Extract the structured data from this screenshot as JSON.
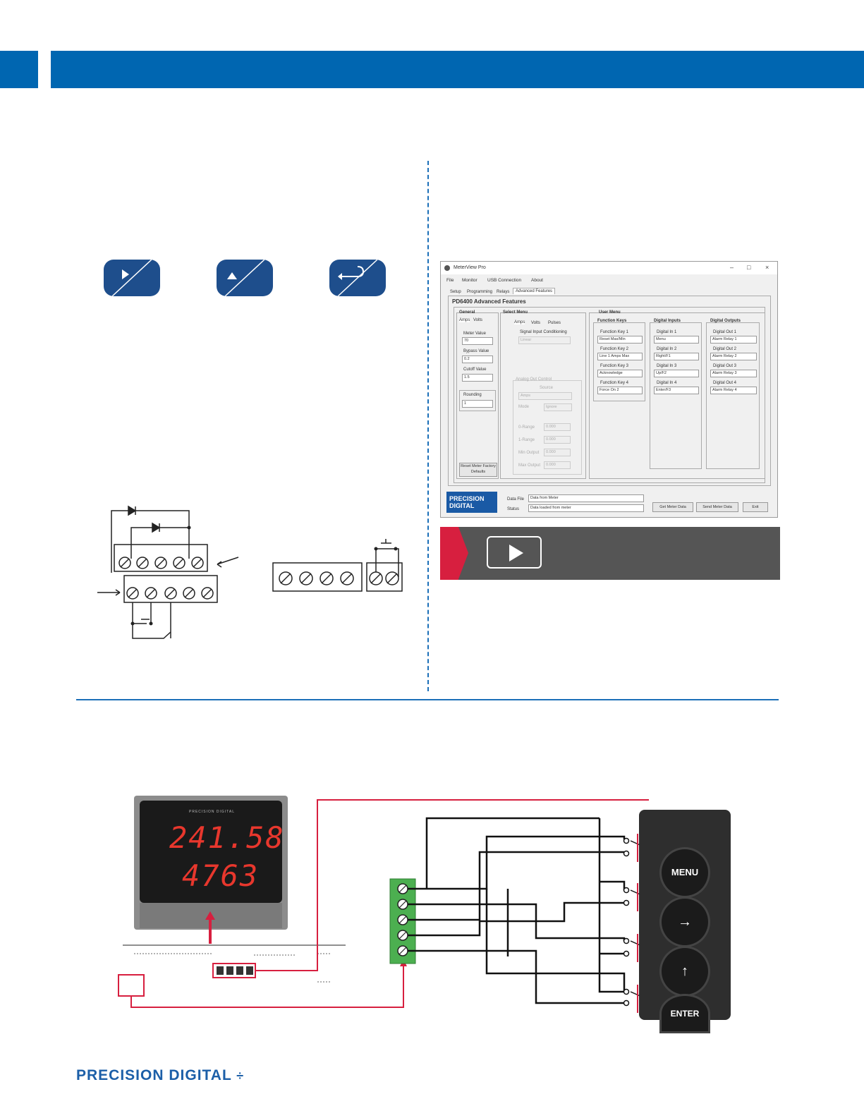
{
  "window": {
    "title": "MeterView Pro",
    "menu": [
      "File",
      "Monitor",
      "USB Connection",
      "About"
    ],
    "tabs": [
      "Setup",
      "Programming",
      "Relays",
      "Advanced Features"
    ],
    "heading": "PD6400 Advanced Features",
    "general": {
      "label": "General",
      "tabs": [
        "Amps",
        "Volts"
      ],
      "meter_value_label": "Meter Value",
      "meter_value": "70",
      "bypass_label": "Bypass Value",
      "bypass_value": "0.2",
      "cutoff_label": "Cutoff Value",
      "cutoff_value": "1.5",
      "rounding_label": "Rounding",
      "rounding_value": "1",
      "reset_button": "Reset Meter Factory Defaults"
    },
    "select_menu": {
      "label": "Select Menu",
      "tabs": [
        "Amps",
        "Volts",
        "Pulses"
      ],
      "signal_label": "Signal Input Conditioning",
      "signal_value": "Linear",
      "analog_label": "Analog Out Control",
      "source_label": "Source",
      "source_value": "Amps",
      "mode_label": "Mode",
      "mode_value": "Ignore",
      "rows": [
        {
          "label": "0-Range",
          "value": "0.000"
        },
        {
          "label": "1-Range",
          "value": "0.000"
        },
        {
          "label": "Min Output",
          "value": "0.000"
        },
        {
          "label": "Max Output",
          "value": "0.000"
        }
      ]
    },
    "user_menu": {
      "label": "User Menu",
      "function_keys": {
        "label": "Function Keys",
        "items": [
          {
            "label": "Function Key 1",
            "value": "Reset Max/Min"
          },
          {
            "label": "Function Key 2",
            "value": "Line 1 Amps Max"
          },
          {
            "label": "Function Key 3",
            "value": "Acknowledge"
          },
          {
            "label": "Function Key 4",
            "value": "Force On 2"
          }
        ]
      },
      "digital_inputs": {
        "label": "Digital Inputs",
        "items": [
          {
            "label": "Digital In 1",
            "value": "Menu"
          },
          {
            "label": "Digital In 2",
            "value": "Right/F1"
          },
          {
            "label": "Digital In 3",
            "value": "Up/F2"
          },
          {
            "label": "Digital In 4",
            "value": "Enter/F3"
          }
        ]
      },
      "digital_outputs": {
        "label": "Digital Outputs",
        "items": [
          {
            "label": "Digital Out 1",
            "value": "Alarm Relay 1"
          },
          {
            "label": "Digital Out 2",
            "value": "Alarm Relay 2"
          },
          {
            "label": "Digital Out 3",
            "value": "Alarm Relay 3"
          },
          {
            "label": "Digital Out 4",
            "value": "Alarm Relay 4"
          }
        ]
      }
    },
    "footer": {
      "logo_line1": "PRECISION",
      "logo_line2": "DIGITAL",
      "data_file_label": "Data File",
      "data_file_value": "Data from Meter",
      "status_label": "Status",
      "status_value": "Data loaded from meter",
      "buttons": [
        "Get Meter Data",
        "Send Meter Data",
        "Exit"
      ]
    }
  },
  "meter": {
    "brand": "PRECISION DIGITAL",
    "line1": "241.58",
    "line2": "4763"
  },
  "pushbuttons": [
    "MENU",
    "→",
    "↑",
    "ENTER"
  ],
  "footer_brand": "PRECISION DIGITAL"
}
